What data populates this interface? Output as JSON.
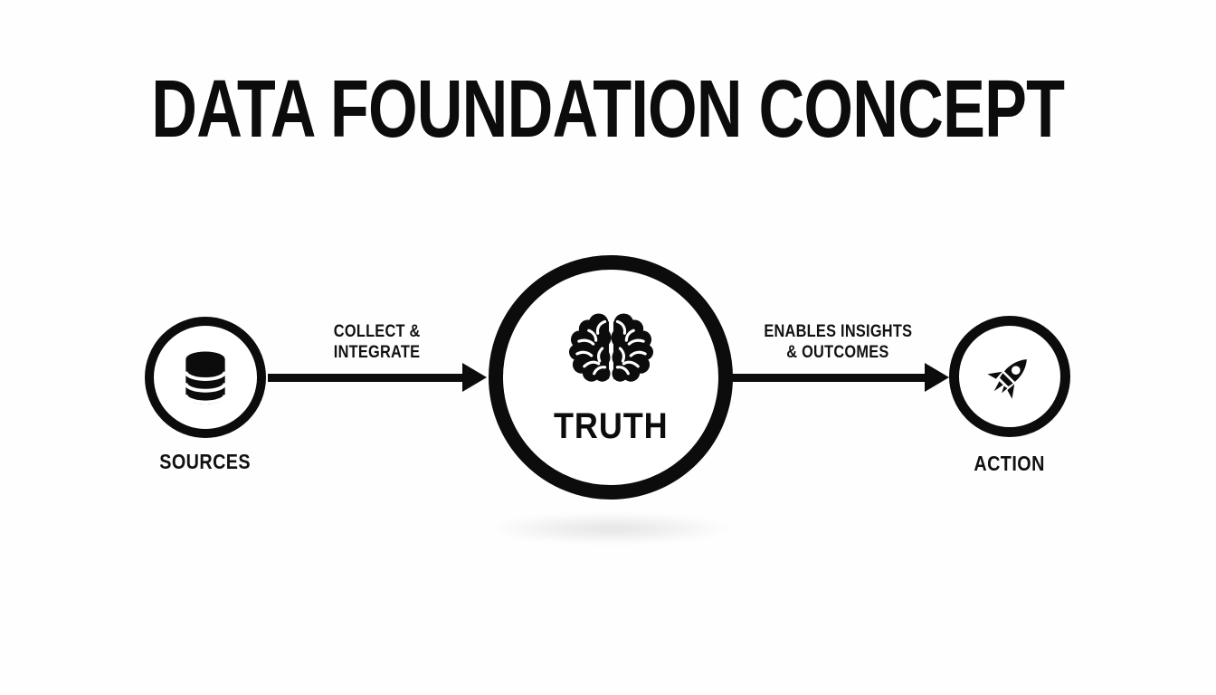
{
  "title": "DATA FOUNDATION CONCEPT",
  "nodes": {
    "sources": {
      "label": "SOURCES",
      "icon": "database-icon"
    },
    "truth": {
      "label": "TRUTH",
      "icon": "brain-icon"
    },
    "action": {
      "label": "ACTION",
      "icon": "rocket-icon"
    }
  },
  "arrows": {
    "collect": {
      "from": "sources",
      "to": "truth",
      "line1": "COLLECT &",
      "line2": "INTEGRATE"
    },
    "insights": {
      "from": "truth",
      "to": "action",
      "line1": "ENABLES INSIGHTS",
      "line2": "& OUTCOMES"
    }
  },
  "colors": {
    "ink": "#0c0c0c",
    "background": "#fefefe",
    "shadow": "rgba(0,0,0,0.08)"
  }
}
